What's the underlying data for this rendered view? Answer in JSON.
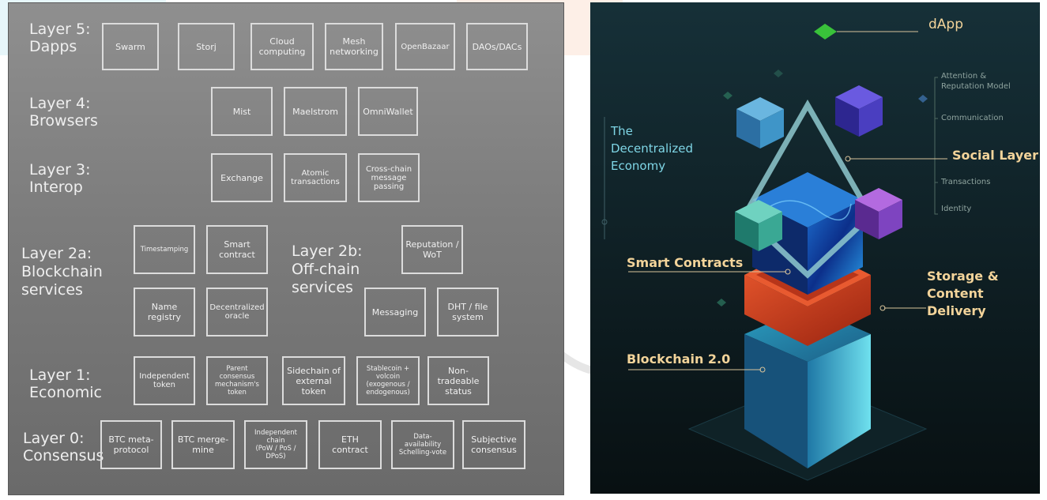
{
  "left_diagram": {
    "layers": [
      {
        "id": "l5",
        "label": "Layer 5:\nDapps",
        "boxes": [
          "Swarm",
          "Storj",
          "Cloud\ncomputing",
          "Mesh\nnetworking",
          "OpenBazaar",
          "DAOs/DACs"
        ]
      },
      {
        "id": "l4",
        "label": "Layer 4:\nBrowsers",
        "boxes": [
          "Mist",
          "Maelstrom",
          "OmniWallet"
        ]
      },
      {
        "id": "l3",
        "label": "Layer 3:\nInterop",
        "boxes": [
          "Exchange",
          "Atomic\ntransactions",
          "Cross-chain\nmessage\npassing"
        ]
      },
      {
        "id": "l2a",
        "label": "Layer 2a:\nBlockchain\nservices",
        "boxes": [
          "Timestamping",
          "Smart\ncontract",
          "Name\nregistry",
          "Decentralized\noracle"
        ]
      },
      {
        "id": "l2b",
        "label": "Layer 2b:\nOff-chain\nservices",
        "boxes": [
          "Reputation /\nWoT",
          "Messaging",
          "DHT / file\nsystem"
        ]
      },
      {
        "id": "l1",
        "label": "Layer 1:\nEconomic",
        "boxes": [
          "Independent\ntoken",
          "Parent\nconsensus\nmechanism's\ntoken",
          "Sidechain of\nexternal\ntoken",
          "Stablecoin +\nvolcoin\n(exogenous /\nendogenous)",
          "Non-\ntradeable\nstatus"
        ]
      },
      {
        "id": "l0",
        "label": "Layer 0:\nConsensus",
        "boxes": [
          "BTC meta-\nprotocol",
          "BTC merge-\nmine",
          "Independent\nchain\n(PoW / PoS /\nDPoS)",
          "ETH\ncontract",
          "Data-\navailability\nSchelling-vote",
          "Subjective\nconsensus"
        ]
      }
    ]
  },
  "right_diagram": {
    "dapp": "dApp",
    "economy": "The\nDecentralized\nEconomy",
    "social_layer": "Social Layer",
    "social_items": [
      "Attention &\nReputation Model",
      "Communication",
      "Transactions",
      "Identity"
    ],
    "smart_contracts": "Smart Contracts",
    "storage": "Storage &\nContent Delivery",
    "blockchain": "Blockchain 2.0",
    "colors": {
      "gold": "#f3d49a",
      "teal": "#7fd6e6",
      "green": "#39c23a",
      "red": "#c8361a",
      "dim": "#8fa49f"
    }
  }
}
